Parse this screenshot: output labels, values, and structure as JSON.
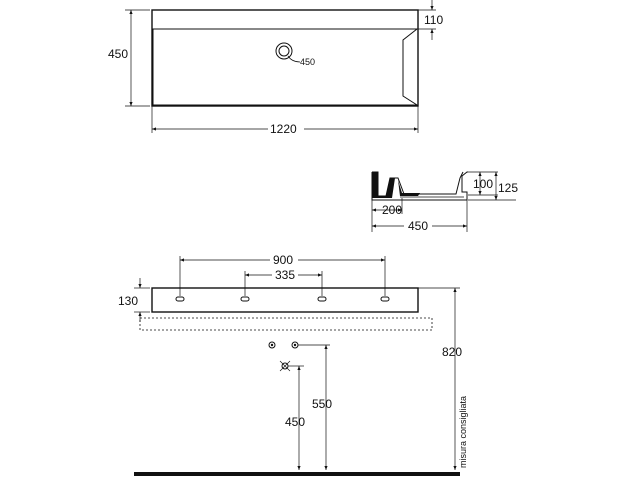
{
  "top_view": {
    "depth_label": "450",
    "rim_label": "110",
    "width_label": "1220",
    "drain_label": "450"
  },
  "section_view": {
    "height_inner_label": "100",
    "height_outer_label": "125",
    "drain_offset_label": "200",
    "depth_label": "450"
  },
  "front_view": {
    "outer_tap_spacing_label": "900",
    "inner_tap_spacing_label": "335",
    "thickness_label": "130",
    "height_label": "820",
    "waste_height_label": "550",
    "supply_height_label": "450",
    "note_label": "misura consigliata"
  }
}
